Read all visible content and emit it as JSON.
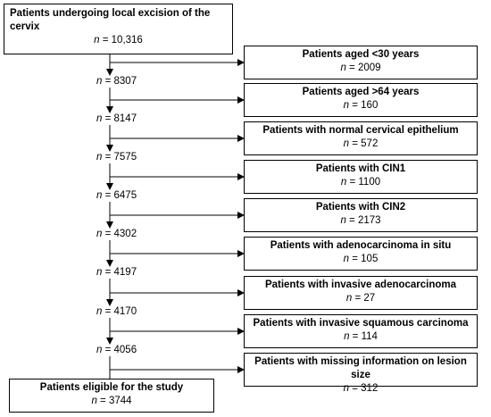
{
  "start": {
    "title": "Patients undergoing local excision of the cervix",
    "n_label": "n",
    "value": "10,316"
  },
  "exclusions": [
    {
      "title": "Patients aged <30 years",
      "n_label": "n",
      "value": "2009"
    },
    {
      "title": "Patients aged >64 years",
      "n_label": "n",
      "value": "160"
    },
    {
      "title": "Patients with normal cervical epithelium",
      "n_label": "n",
      "value": "572"
    },
    {
      "title": "Patients with CIN1",
      "n_label": "n",
      "value": "1100"
    },
    {
      "title": "Patients with CIN2",
      "n_label": "n",
      "value": "2173"
    },
    {
      "title": "Patients with adenocarcinoma in situ",
      "n_label": "n",
      "value": "105"
    },
    {
      "title": "Patients with invasive adenocarcinoma",
      "n_label": "n",
      "value": "27"
    },
    {
      "title": "Patients with invasive squamous carcinoma",
      "n_label": "n",
      "value": "114"
    },
    {
      "title": "Patients with missing information on lesion size",
      "n_label": "n",
      "value": "312"
    }
  ],
  "remaining": [
    {
      "n_label": "n",
      "value": "8307"
    },
    {
      "n_label": "n",
      "value": "8147"
    },
    {
      "n_label": "n",
      "value": "7575"
    },
    {
      "n_label": "n",
      "value": "6475"
    },
    {
      "n_label": "n",
      "value": "4302"
    },
    {
      "n_label": "n",
      "value": "4197"
    },
    {
      "n_label": "n",
      "value": "4170"
    },
    {
      "n_label": "n",
      "value": "4056"
    }
  ],
  "final": {
    "title": "Patients eligible for the study",
    "n_label": "n",
    "value": "3744"
  },
  "colors": {
    "line": "#000000",
    "box_border": "#000000",
    "background": "#ffffff"
  }
}
